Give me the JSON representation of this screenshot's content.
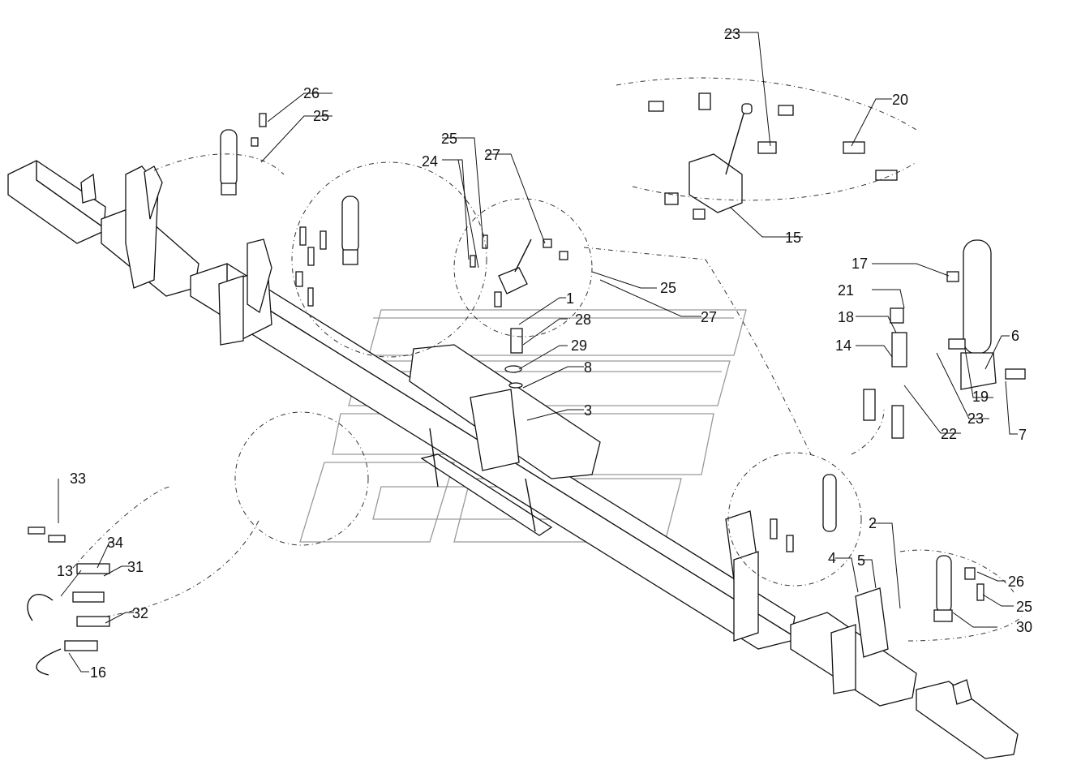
{
  "diagram": {
    "callouts": [
      {
        "id": "c26a",
        "text": "26"
      },
      {
        "id": "c25a",
        "text": "25"
      },
      {
        "id": "c25b",
        "text": "25"
      },
      {
        "id": "c24",
        "text": "24"
      },
      {
        "id": "c27a",
        "text": "27"
      },
      {
        "id": "c23a",
        "text": "23"
      },
      {
        "id": "c20",
        "text": "20"
      },
      {
        "id": "c15",
        "text": "15"
      },
      {
        "id": "c25c",
        "text": "25"
      },
      {
        "id": "c27b",
        "text": "27"
      },
      {
        "id": "c1",
        "text": "1"
      },
      {
        "id": "c28",
        "text": "28"
      },
      {
        "id": "c29",
        "text": "29"
      },
      {
        "id": "c8",
        "text": "8"
      },
      {
        "id": "c3",
        "text": "3"
      },
      {
        "id": "c17",
        "text": "17"
      },
      {
        "id": "c21",
        "text": "21"
      },
      {
        "id": "c18",
        "text": "18"
      },
      {
        "id": "c14",
        "text": "14"
      },
      {
        "id": "c6",
        "text": "6"
      },
      {
        "id": "c19",
        "text": "19"
      },
      {
        "id": "c23b",
        "text": "23"
      },
      {
        "id": "c22",
        "text": "22"
      },
      {
        "id": "c7",
        "text": "7"
      },
      {
        "id": "c33",
        "text": "33"
      },
      {
        "id": "c34",
        "text": "34"
      },
      {
        "id": "c31",
        "text": "31"
      },
      {
        "id": "c13",
        "text": "13"
      },
      {
        "id": "c32",
        "text": "32"
      },
      {
        "id": "c16",
        "text": "16"
      },
      {
        "id": "c2",
        "text": "2"
      },
      {
        "id": "c4",
        "text": "4"
      },
      {
        "id": "c5",
        "text": "5"
      },
      {
        "id": "c26b",
        "text": "26"
      },
      {
        "id": "c25d",
        "text": "25"
      },
      {
        "id": "c30",
        "text": "30"
      }
    ]
  }
}
